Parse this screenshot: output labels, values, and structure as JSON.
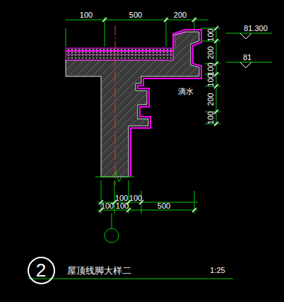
{
  "diagram": {
    "title": "屋顶线脚大样二",
    "nodes": [
      {
        "text": [
          "2"
        ]
      }
    ],
    "labels": [
      "100",
      "500",
      "200",
      "100",
      "200",
      "100",
      "100",
      "200",
      "100",
      "81.300",
      "81",
      "滴水",
      "100",
      "100",
      "100",
      "100",
      "500",
      "1:25"
    ]
  }
}
